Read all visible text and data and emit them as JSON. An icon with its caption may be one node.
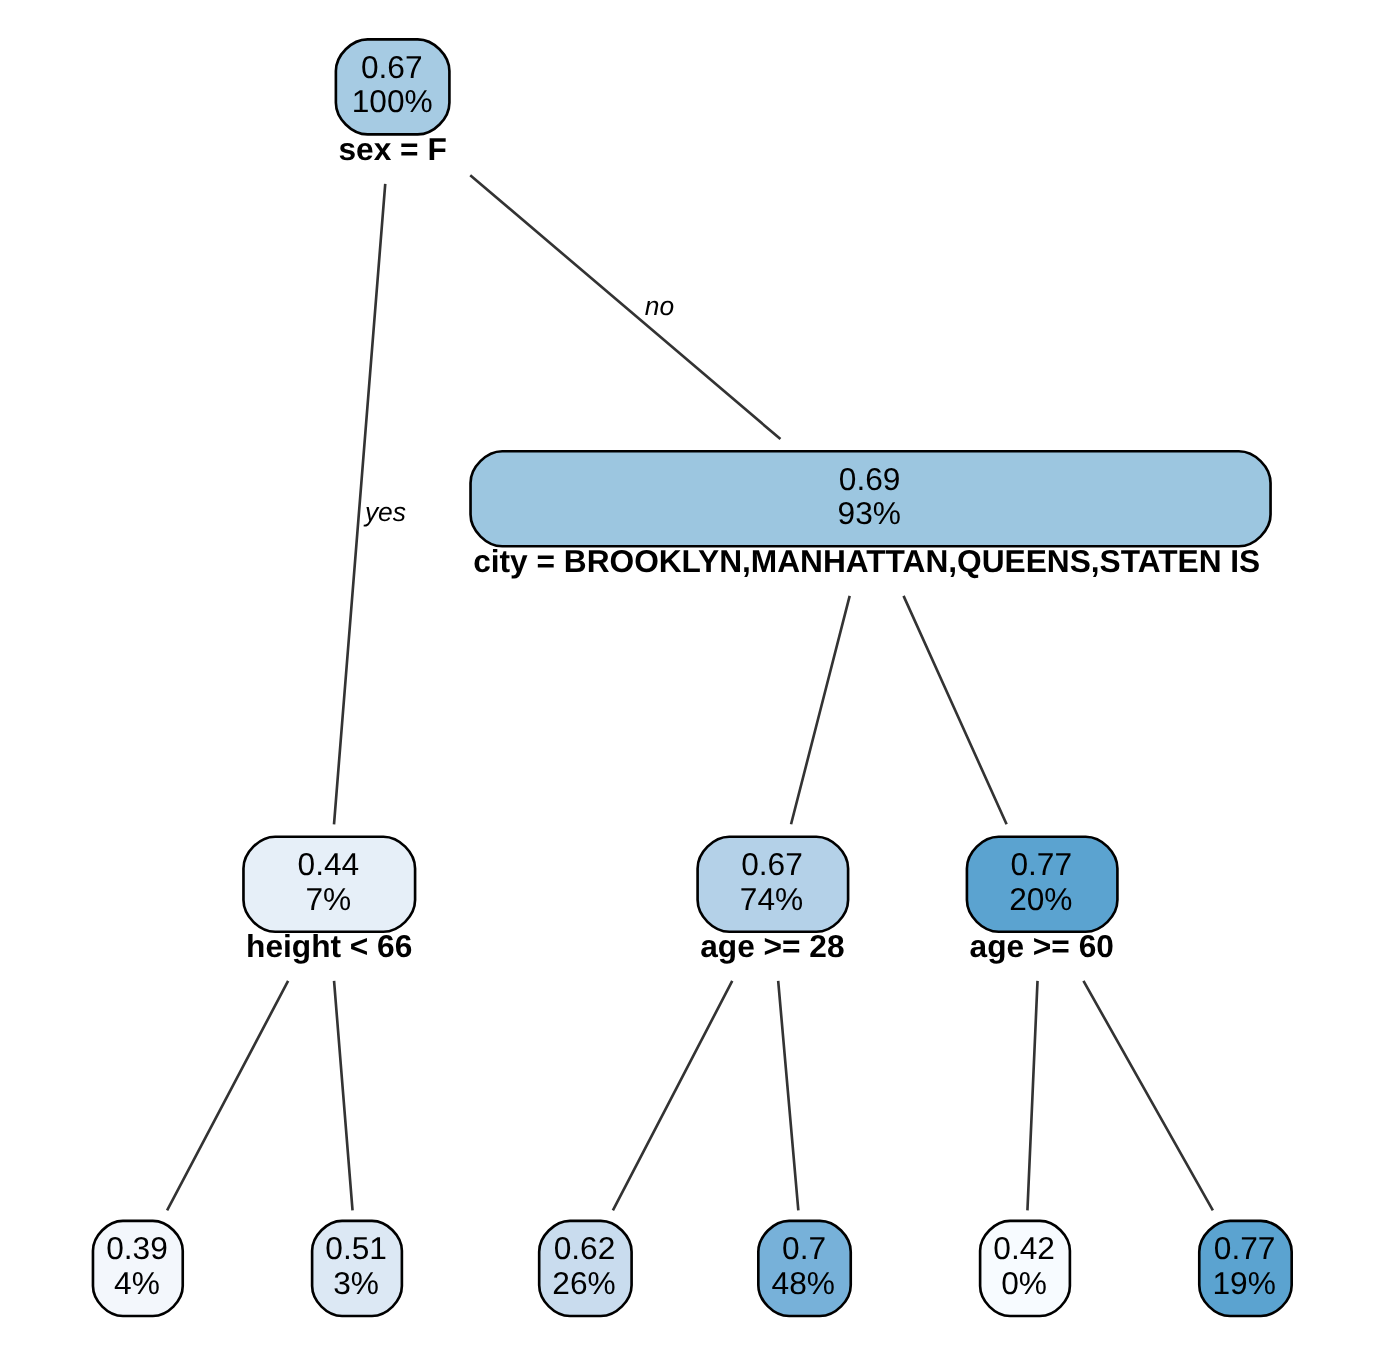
{
  "diagram": {
    "nodes": [
      {
        "text": [
          "0.67",
          "100%"
        ],
        "beside": [
          "sex = F"
        ]
      },
      {
        "text": [
          "0.44",
          "7%"
        ],
        "beside": [
          "height < 66"
        ]
      },
      {
        "text": [
          "0.69",
          "93%"
        ],
        "beside": [
          "city = BROOKLYN,MANHATTAN,QUEENS,STATEN IS"
        ]
      },
      {
        "text": [
          "0.39",
          "4%"
        ]
      },
      {
        "text": [
          "0.51",
          "3%"
        ]
      },
      {
        "text": [
          "0.67",
          "74%"
        ],
        "beside": [
          "age >= 28"
        ]
      },
      {
        "text": [
          "0.77",
          "20%"
        ],
        "beside": [
          "age >= 60"
        ]
      },
      {
        "text": [
          "0.62",
          "26%"
        ]
      },
      {
        "text": [
          "0.7",
          "48%"
        ]
      },
      {
        "text": [
          "0.42",
          "0%"
        ]
      },
      {
        "text": [
          "0.77",
          "19%"
        ]
      }
    ],
    "edges": [
      {
        "from": 0,
        "to": 1,
        "arrow": "none",
        "label": "yes"
      },
      {
        "from": 0,
        "to": 2,
        "arrow": "none",
        "label": "no"
      },
      {
        "from": 1,
        "to": 3,
        "arrow": "none"
      },
      {
        "from": 1,
        "to": 4,
        "arrow": "none"
      },
      {
        "from": 2,
        "to": 5,
        "arrow": "none"
      },
      {
        "from": 2,
        "to": 6,
        "arrow": "none"
      },
      {
        "from": 5,
        "to": 7,
        "arrow": "none"
      },
      {
        "from": 5,
        "to": 8,
        "arrow": "none"
      },
      {
        "from": 6,
        "to": 9,
        "arrow": "none"
      },
      {
        "from": 6,
        "to": 10,
        "arrow": "none"
      }
    ]
  }
}
